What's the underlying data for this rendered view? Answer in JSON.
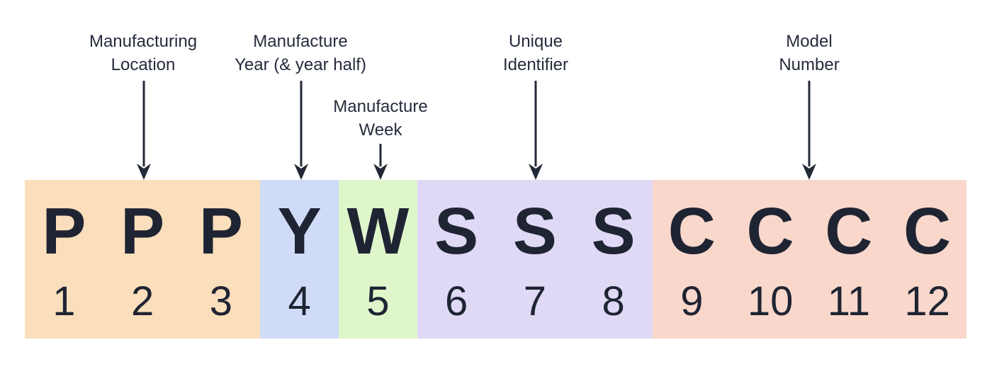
{
  "serial": {
    "callouts": [
      {
        "id": "manufacturing-location",
        "label": "Manufacturing\nLocation"
      },
      {
        "id": "manufacture-year",
        "label": "Manufacture\nYear (& year half)"
      },
      {
        "id": "manufacture-week",
        "label": "Manufacture\nWeek"
      },
      {
        "id": "unique-identifier",
        "label": "Unique\nIdentifier"
      },
      {
        "id": "model-number",
        "label": "Model\nNumber"
      }
    ],
    "segments": [
      {
        "id": "location",
        "letters": [
          "P",
          "P",
          "P"
        ],
        "positions": [
          1,
          2,
          3
        ],
        "color": "#FBDFBC"
      },
      {
        "id": "year",
        "letters": [
          "Y"
        ],
        "positions": [
          4
        ],
        "color": "#D0DBF7"
      },
      {
        "id": "week",
        "letters": [
          "W"
        ],
        "positions": [
          5
        ],
        "color": "#DFF6CB"
      },
      {
        "id": "identifier",
        "letters": [
          "S",
          "S",
          "S"
        ],
        "positions": [
          6,
          7,
          8
        ],
        "color": "#DFD9F6"
      },
      {
        "id": "model",
        "letters": [
          "C",
          "C",
          "C",
          "C"
        ],
        "positions": [
          9,
          10,
          11,
          12
        ],
        "color": "#F9D7CB"
      }
    ],
    "colors": {
      "text": "#232938",
      "arrow": "#232938",
      "background": "#ffffff"
    }
  }
}
